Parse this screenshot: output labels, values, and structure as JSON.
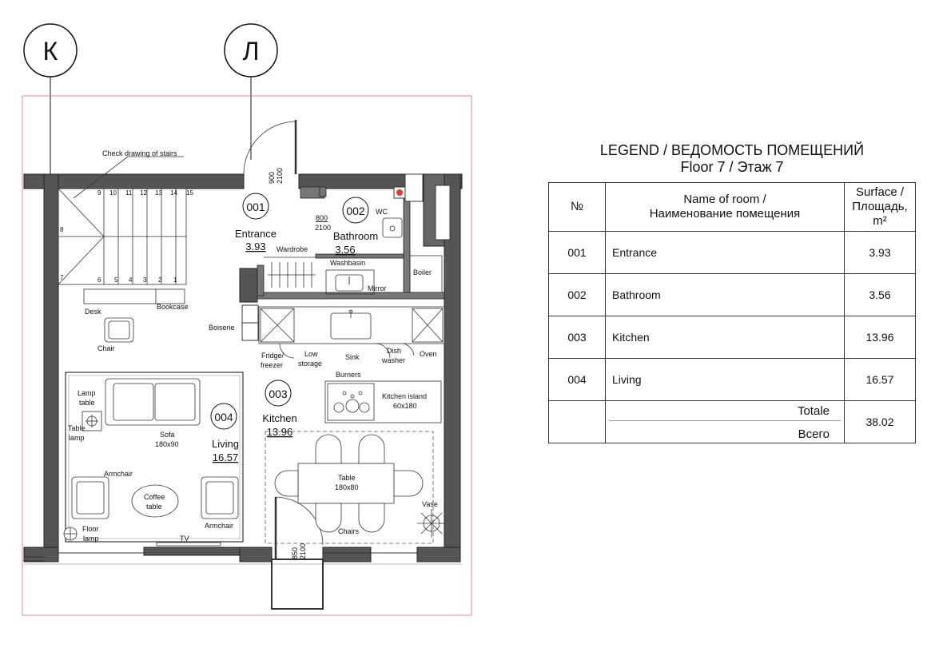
{
  "axes": {
    "k": "К",
    "l": "Л"
  },
  "plan": {
    "stairs_note": "Check drawing of stairs",
    "steps_top": [
      "9",
      "10",
      "11",
      "12",
      "13",
      "14",
      "15"
    ],
    "steps_bottom": [
      "6",
      "5",
      "4",
      "3",
      "2",
      "1"
    ],
    "step_8": "8",
    "step_7": "7",
    "door_entrance_w": "900",
    "door_entrance_h": "2100",
    "door_bath_w": "800",
    "door_bath_h": "2100",
    "door_living_w": "850",
    "door_living_h": "2100",
    "rooms": [
      {
        "num": "001",
        "name": "Entrance",
        "area": "3.93"
      },
      {
        "num": "002",
        "name": "Bathroom",
        "area": "3.56"
      },
      {
        "num": "003",
        "name": "Kitchen",
        "area": "13.96"
      },
      {
        "num": "004",
        "name": "Living",
        "area": "16.57"
      }
    ],
    "labels": {
      "wc": "WC",
      "wardrobe": "Wardrobe",
      "washbasin": "Washbasin",
      "mirror": "Mirror",
      "boiler": "Boiler",
      "desk": "Desk",
      "bookcase": "Bookcase",
      "chair": "Chair",
      "boiserie": "Boiserie",
      "fridge1": "Fridge/",
      "fridge2": "freezer",
      "lowstorage1": "Low",
      "lowstorage2": "storage",
      "sink": "Sink",
      "dish1": "Dish",
      "dish2": "washer",
      "oven": "Oven",
      "burners": "Burners",
      "island1": "Kitchen island",
      "island2": "60x180",
      "lamptable1": "Lamp",
      "lamptable2": "table",
      "tablelamp1": "Table",
      "tablelamp2": "lamp",
      "sofa1": "Sofa",
      "sofa2": "180x90",
      "armchair": "Armchair",
      "coffee1": "Coffee",
      "coffee2": "table",
      "floorlamp1": "Floor",
      "floorlamp2": "lamp",
      "tv": "TV",
      "table1": "Table",
      "table2": "180x80",
      "vase": "Vase",
      "chairs": "Chairs"
    }
  },
  "legend": {
    "title_line1": "LEGEND / ВЕДОМОСТЬ ПОМЕЩЕНИЙ",
    "title_line2": "Floor 7 / Этаж 7",
    "header_num": "№",
    "header_name_line1": "Name of room /",
    "header_name_line2": "Наименование помещения",
    "header_area_line1": "Surface /",
    "header_area_line2": "Площадь,",
    "header_area_line3": "m²",
    "rows": [
      {
        "num": "001",
        "name": "Entrance",
        "area": "3.93"
      },
      {
        "num": "002",
        "name": "Bathroom",
        "area": "3.56"
      },
      {
        "num": "003",
        "name": "Kitchen",
        "area": "13.96"
      },
      {
        "num": "004",
        "name": "Living",
        "area": "16.57"
      }
    ],
    "total_label_en": "Totale",
    "total_label_ru": "Всего",
    "total_value": "38.02"
  }
}
